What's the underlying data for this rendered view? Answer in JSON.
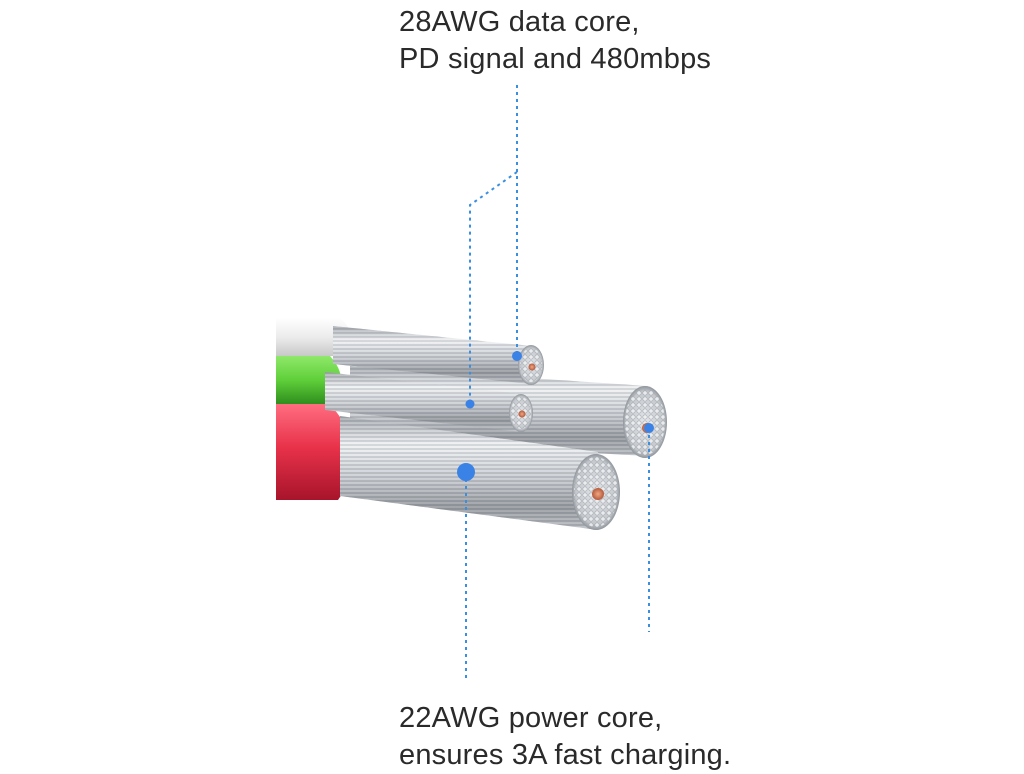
{
  "captions": {
    "data_core": {
      "line1": "28AWG data core,",
      "line2": "PD signal and 480mbps"
    },
    "power_core": {
      "line1": "22AWG power core,",
      "line2": "ensures 3A fast charging."
    }
  },
  "colors": {
    "text": "#2a2a2a",
    "leader_line": "#3b8fe0",
    "marker": "#3b82e6",
    "jacket_white": "#f2f2f2",
    "jacket_green": "#5fcf3a",
    "jacket_red": "#e8324a",
    "strand_silver": "#c9cdd2",
    "core_copper": "#d47a5a"
  },
  "subject": "usb-cable-cross-section"
}
